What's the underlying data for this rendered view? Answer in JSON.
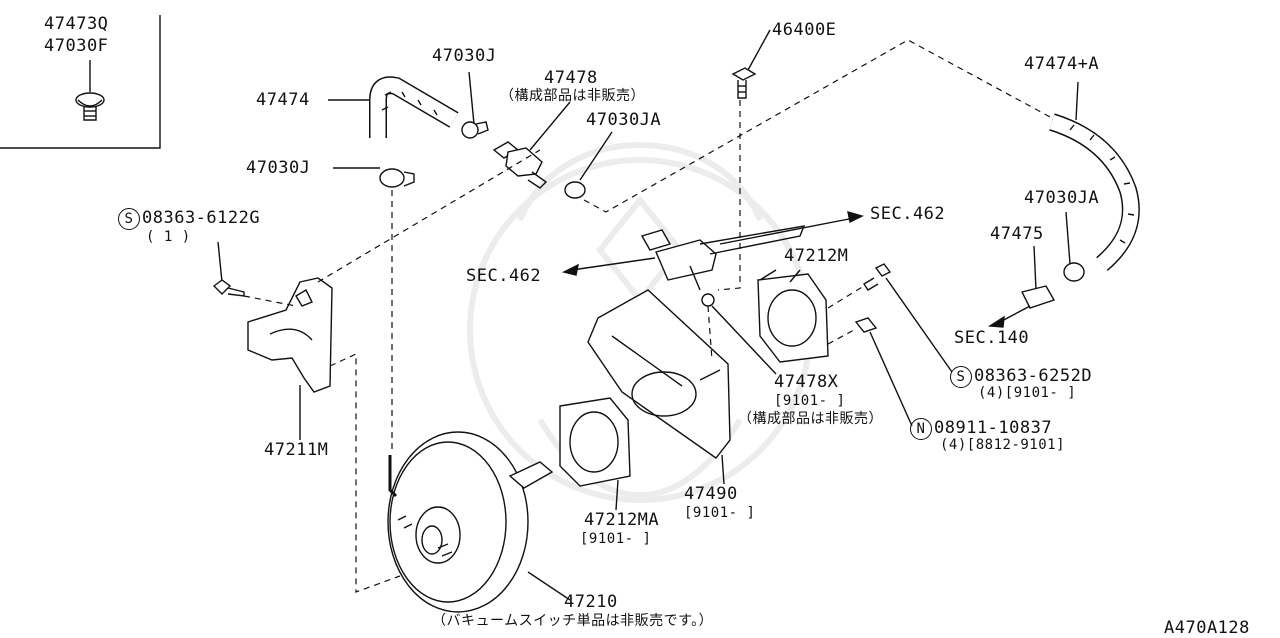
{
  "diagram": {
    "code": "A470A128",
    "colors": {
      "ink": "#111111",
      "watermark": "#ececec"
    },
    "labels": {
      "p47473q": "47473Q",
      "p47030f": "47030F",
      "p47474": "47474",
      "p47030j_top": "47030J",
      "p47478": "47478",
      "p47478_note": "（構成部品は非販売）",
      "p46400e": "46400E",
      "p47474a": "47474+A",
      "p47030ja_top": "47030JA",
      "p47030j_mid": "47030J",
      "s_08363_6122g": "08363-6122G",
      "s_08363_6122g_qty": "( 1 )",
      "sec462_right": "SEC.462",
      "sec462_left": "SEC.462",
      "p47212m": "47212M",
      "p47030ja_right": "47030JA",
      "p47475": "47475",
      "sec140": "SEC.140",
      "s_08363_6252d": "08363-6252D",
      "s_08363_6252d_qty": "(4)[9101-   ]",
      "p47478x": "47478X",
      "p47478x_date": "[9101-   ]",
      "p47478x_note": "（構成部品は非販売）",
      "n_08911_10837": "08911-10837",
      "n_08911_10837_qty": "(4)[8812-9101]",
      "p47211m": "47211M",
      "p47490": "47490",
      "p47490_date": "[9101-   ]",
      "p47212ma": "47212MA",
      "p47212ma_date": "[9101-   ]",
      "p47210": "47210",
      "p47210_note": "（バキュームスイッチ単品は非販売です。）",
      "sym_s": "S",
      "sym_n": "N"
    }
  }
}
